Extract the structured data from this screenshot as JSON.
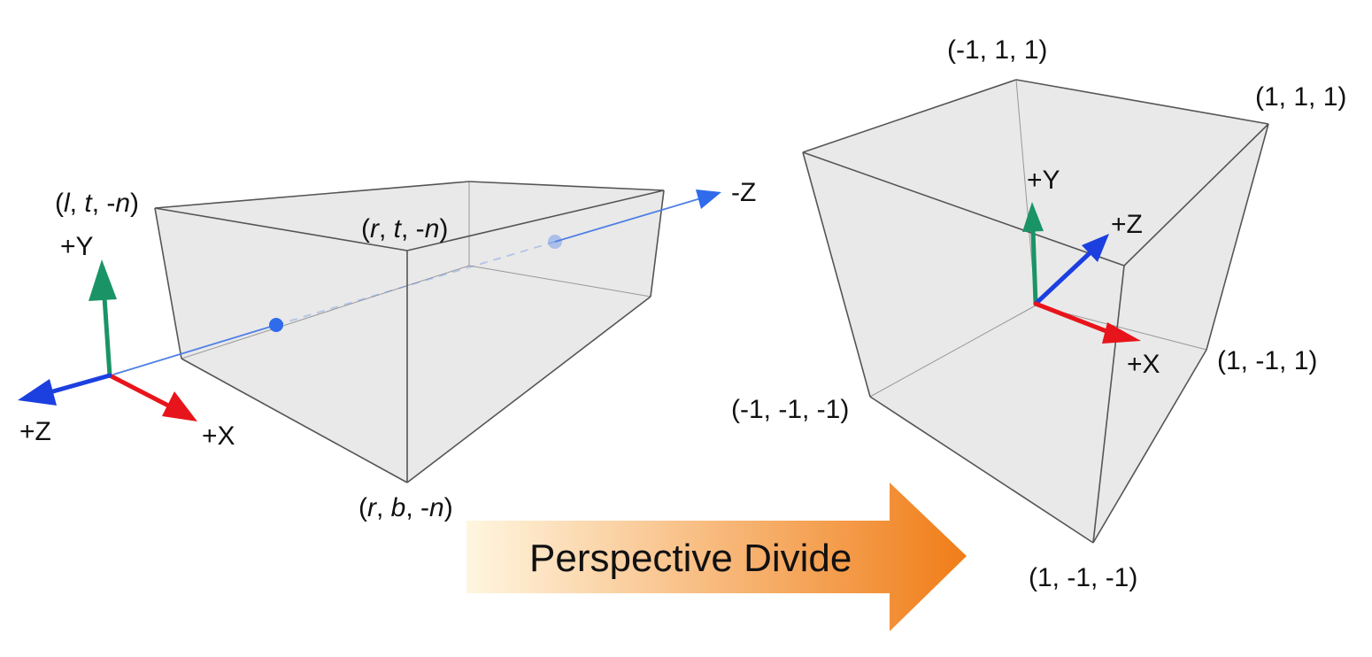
{
  "colors": {
    "face": "#e3e3e3",
    "edge": "#555555",
    "axis_x": "#e8141b",
    "axis_y": "#1a9466",
    "axis_z": "#1c3fe0",
    "axis_z_camera": "#2f6bea",
    "view_ray": "#4f7fe6",
    "banner_start": "#fff6e0",
    "banner_end": "#f07d18"
  },
  "left": {
    "corners": {
      "l_t_n": [
        "l",
        ", ",
        "t",
        ", -",
        "n"
      ],
      "r_t_n": [
        "r",
        ", ",
        "t",
        ", -",
        "n"
      ],
      "r_b_n": [
        "r",
        ", ",
        "b",
        ", -",
        "n"
      ]
    },
    "axes": {
      "y": "+Y",
      "x": "+X",
      "z": "+Z"
    },
    "view_axis": "-Z"
  },
  "right": {
    "corners": {
      "m1_1_1": "(-1, 1, 1)",
      "p1_1_1": "(1, 1, 1)",
      "p1_m1_1": "(1, -1, 1)",
      "m1_m1_m1": "(-1, -1, -1)",
      "p1_m1_m1": "(1, -1, -1)"
    },
    "axes": {
      "y": "+Y",
      "z": "+Z",
      "x": "+X"
    }
  },
  "banner": {
    "label": "Perspective Divide"
  }
}
